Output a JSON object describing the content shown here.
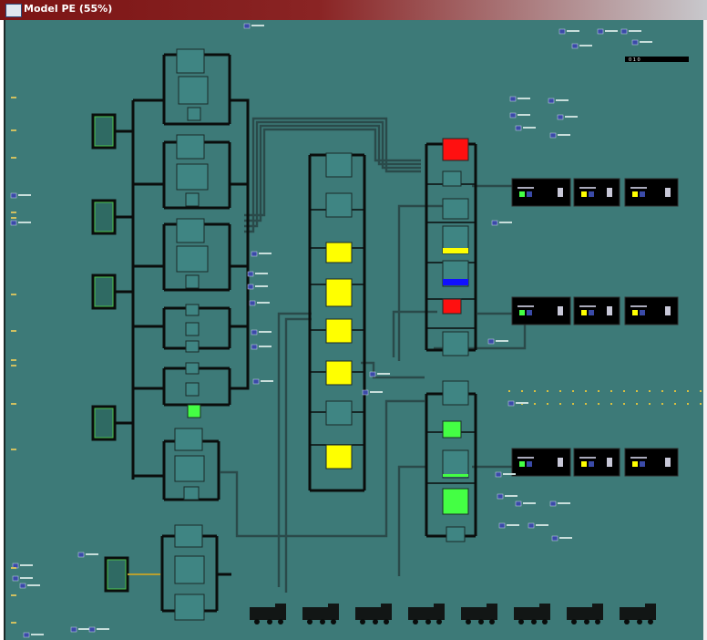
{
  "window": {
    "title": "Model PE (55%)",
    "zoom_percent": 55
  },
  "colors": {
    "canvas": "#3d7a78",
    "machine": "#3f8583",
    "frame": "#0a0d0c",
    "conveyor": "#2a4a4a",
    "idle_green": "#44ff44",
    "busy_yellow": "#ffff00",
    "blocked_red": "#ff1010",
    "setup_blue": "#1010ff",
    "panel": "#000000"
  },
  "machine_states": [
    "idle",
    "idle",
    "idle",
    "idle",
    "idle",
    "idle",
    "idle",
    "idle",
    "idle",
    "idle",
    "idle",
    "green",
    "idle",
    "idle",
    "idle",
    "idle",
    "idle",
    "idle",
    "yellow",
    "yellow",
    "yellow",
    "yellow",
    "idle",
    "yellow",
    "red",
    "idle",
    "idle",
    "yellow-bar",
    "blue-bar",
    "red",
    "idle",
    "idle",
    "green",
    "green-bar",
    "green",
    "idle"
  ],
  "output_panels": [
    {
      "counter": "green",
      "status": "yellow",
      "trend": "yellow"
    },
    {
      "counter": "green",
      "status": "yellow",
      "trend": "yellow"
    },
    {
      "counter": "green",
      "status": "yellow",
      "trend": "yellow"
    }
  ],
  "status_bar": {
    "value_text": "0 1 0"
  },
  "vehicles": {
    "count": 8
  }
}
